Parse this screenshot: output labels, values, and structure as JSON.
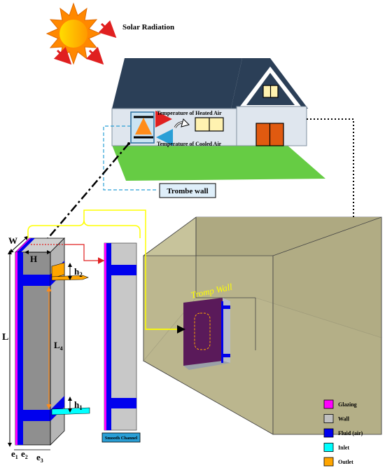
{
  "title": "",
  "labels": {
    "solar_radiation": "Solar Radiation",
    "heated_air": "Temperature of Heated Air",
    "cooled_air": "Temperature of Cooled Air",
    "trombe_wall": "Trombe wall",
    "tromp_wall": "Tromp Wall",
    "smooth_channel": "Smooth Channel",
    "W": "W",
    "H": "H",
    "h2": "h",
    "h2_sub": "2",
    "h1": "h",
    "h1_sub": "1",
    "L": "L",
    "L4": "L",
    "L4_sub": "4",
    "e1": "e",
    "e1_sub": "1",
    "e2": "e",
    "e2_sub": "2",
    "e3": "e",
    "e3_sub": "3"
  },
  "legend": [
    {
      "label": "Glazing",
      "color": "#ff00ff"
    },
    {
      "label": "Wall",
      "color": "#c0c0c0"
    },
    {
      "label": "Fluid (air)",
      "color": "#0000ee"
    },
    {
      "label": "Inlet",
      "color": "#00ffff"
    },
    {
      "label": "Outlet",
      "color": "#ffa500"
    }
  ],
  "colors": {
    "sun": "#ff9900",
    "roof": "#2b3f57",
    "house_wall": "#dfe6ee",
    "lawn": "#66cc44",
    "door": "#e05a10",
    "window": "#fff2b0",
    "room": "#b9b48a",
    "tromp_panel": "#5a1a5a",
    "tromp_label": "#ffff00",
    "arrow_red": "#e02020",
    "dashed_blue": "#2a9fd6",
    "yellow_line": "#ffff00"
  }
}
